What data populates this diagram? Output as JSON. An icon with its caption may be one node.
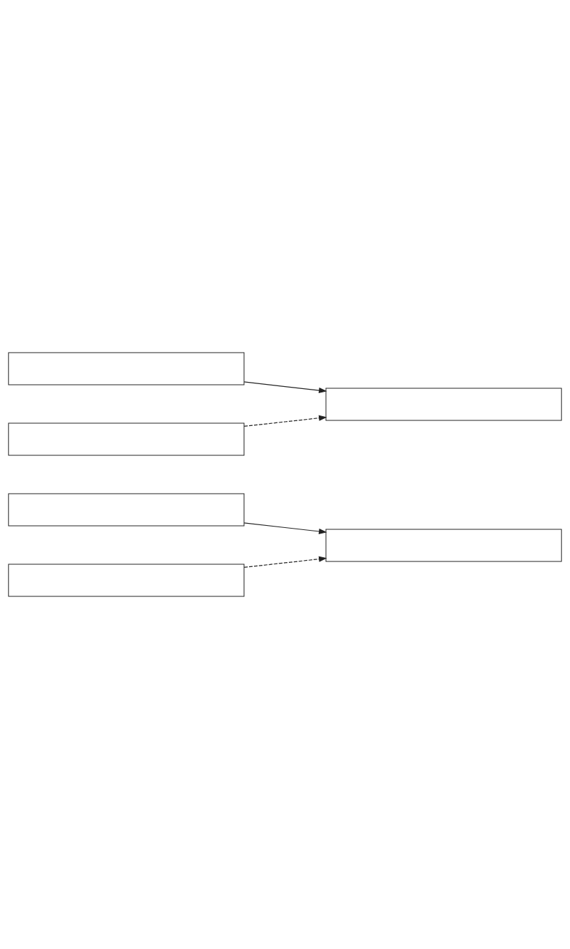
{
  "diagram": {
    "nodes": [
      {
        "text": [],
        "shape": "box"
      },
      {
        "text": [],
        "shape": "box"
      },
      {
        "text": [],
        "shape": "box"
      },
      {
        "text": [],
        "shape": "box"
      },
      {
        "text": [],
        "shape": "box"
      },
      {
        "text": [],
        "shape": "box"
      }
    ],
    "edges": [
      {
        "from": 0,
        "to": 1,
        "arrow": "to"
      },
      {
        "from": 2,
        "to": 1,
        "arrow": "to",
        "style": "dashed"
      },
      {
        "from": 3,
        "to": 4,
        "arrow": "to"
      },
      {
        "from": 5,
        "to": 4,
        "arrow": "to",
        "style": "dashed"
      }
    ]
  }
}
